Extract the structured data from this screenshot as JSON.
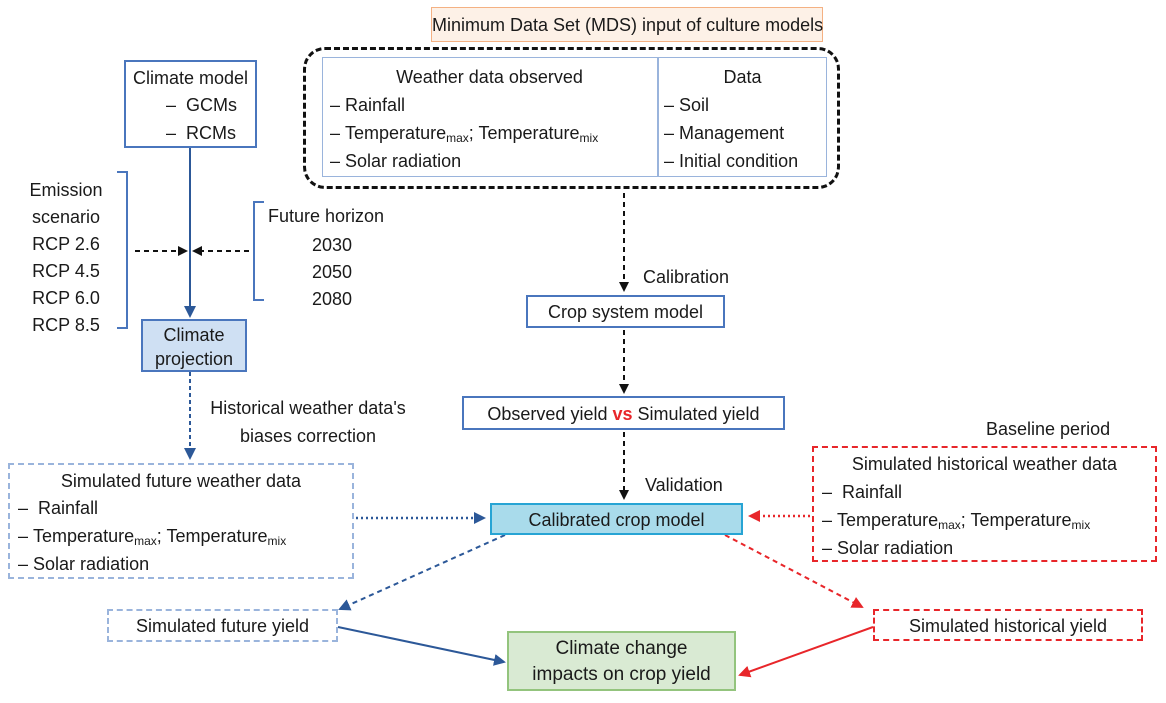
{
  "mds_title": "Minimum Data Set (MDS) input of culture models",
  "weather_observed": {
    "title": "Weather data observed",
    "rainfall": "Rainfall",
    "temp_max": "Temperature",
    "sub_max": "max",
    "sep": ";",
    "temp_mix": "Temperature",
    "sub_mix": "mix",
    "solar": "Solar radiation"
  },
  "data_box": {
    "title": "Data",
    "items": [
      "Soil",
      "Management",
      "Initial condition"
    ]
  },
  "climate_model": {
    "title": "Climate model",
    "items": [
      "GCMs",
      "RCMs"
    ]
  },
  "emission": {
    "lines": [
      "Emission",
      "scenario",
      "RCP 2.6",
      "RCP 4.5",
      "RCP 6.0",
      "RCP 8.5"
    ]
  },
  "future_horizon": {
    "title": "Future horizon",
    "years": [
      "2030",
      "2050",
      "2080"
    ]
  },
  "climate_projection": [
    "Climate",
    "projection"
  ],
  "bias_correction": [
    "Historical weather data's",
    "biases correction"
  ],
  "calibration": "Calibration",
  "crop_system_model": "Crop system model",
  "yield_compare": {
    "left": "Observed yield ",
    "vs": "vs",
    "right": " Simulated yield"
  },
  "validation": "Validation",
  "baseline_period": "Baseline period",
  "simulated_future_weather": {
    "title": "Simulated future weather data",
    "rainfall": "Rainfall",
    "temp_max": "Temperature",
    "sub_max": "max",
    "sep": ";",
    "temp_mix": "Temperature",
    "sub_mix": "mix",
    "solar": "Solar radiation"
  },
  "simulated_historical_weather": {
    "title": "Simulated historical weather data",
    "rainfall": "Rainfall",
    "temp_max": "Temperature",
    "sub_max": "max",
    "sep": ";",
    "temp_mix": "Temperature",
    "sub_mix": "mix",
    "solar": "Solar radiation"
  },
  "calibrated_crop_model": "Calibrated crop model",
  "simulated_future_yield": "Simulated future yield",
  "simulated_historical_yield": "Simulated historical yield",
  "climate_change_impacts": [
    "Climate change",
    "impacts on crop yield"
  ],
  "dash": "–",
  "colors": {
    "blue": "#4a76bd",
    "dark_blue": "#2c5898",
    "light_blue_border": "#9ab4dc",
    "red": "#e8262a",
    "orange_border": "#f4b183",
    "orange_fill": "#fdf1e7",
    "projection_fill": "#cfe0f3",
    "calibrated_fill": "#a9dbeb",
    "calibrated_border": "#27a4d4",
    "impact_fill": "#d9ead3",
    "impact_border": "#93c47d"
  }
}
